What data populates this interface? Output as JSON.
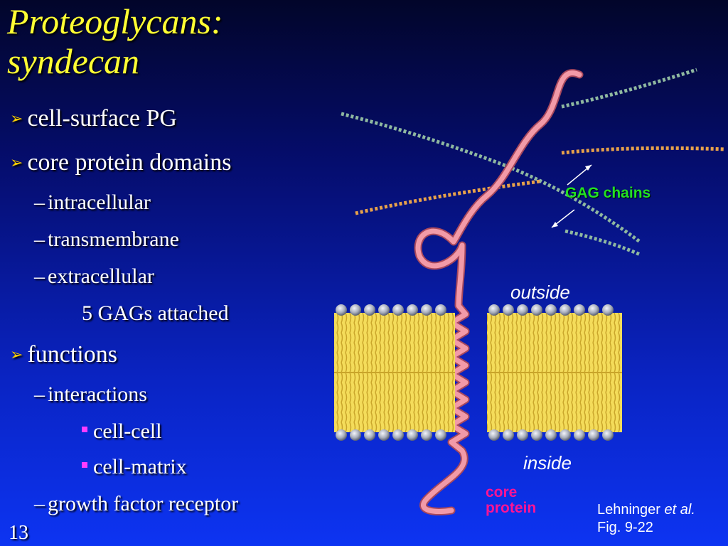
{
  "slide": {
    "title_line1": "Proteoglycans:",
    "title_line2": "syndecan",
    "slide_number": "13"
  },
  "bullets": {
    "b1": "cell-surface PG",
    "b2": "core protein domains",
    "b2_1": "intracellular",
    "b2_2": "transmembrane",
    "b2_3": "extracellular",
    "b2_3_note": "5 GAGs attached",
    "b3": "functions",
    "b3_1": "interactions",
    "b3_1_a": "cell-cell",
    "b3_1_b": "cell-matrix",
    "b3_2": "growth factor receptor"
  },
  "figure": {
    "label_gag": "GAG chains",
    "label_outside": "outside",
    "label_inside": "inside",
    "label_core_line1": "core",
    "label_core_line2": "protein"
  },
  "credit": {
    "line1_prefix": "Lehninger ",
    "line1_italic": "et al.",
    "line2": "Fig. 9-22"
  },
  "colors": {
    "title": "#ffff33",
    "gag_label": "#22e022",
    "core_label": "#ff1493",
    "core_protein": "#f29aa8",
    "gag_green": "#8fb8a0",
    "gag_orange": "#e8a24a",
    "lipid_tail": "#f4dc5a",
    "lipid_head": "#b8bcc8"
  }
}
